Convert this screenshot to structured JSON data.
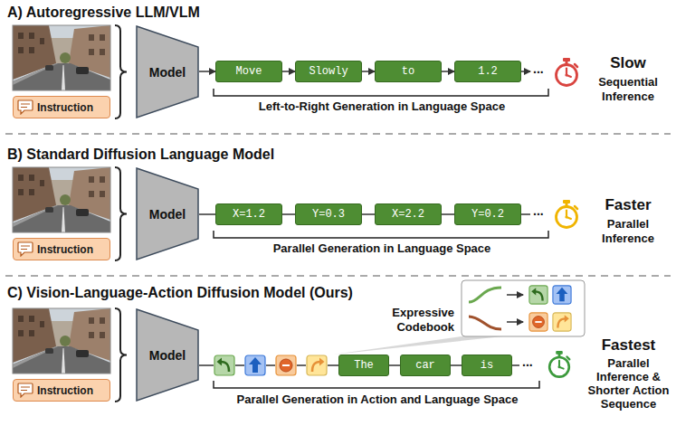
{
  "diagram": {
    "nodes": [
      {
        "text": [
          "Instruction"
        ]
      },
      {
        "text": [
          "Model"
        ]
      },
      {
        "text": [
          "Move"
        ]
      },
      {
        "text": [
          "Slowly"
        ]
      },
      {
        "text": [
          "to"
        ]
      },
      {
        "text": [
          "1.2"
        ]
      },
      {
        "text": [
          "Instruction"
        ]
      },
      {
        "text": [
          "Model"
        ]
      },
      {
        "text": [
          "X=1.2"
        ]
      },
      {
        "text": [
          "Y=0.3"
        ]
      },
      {
        "text": [
          "X=2.2"
        ]
      },
      {
        "text": [
          "Y=0.2"
        ]
      },
      {
        "text": [
          "Instruction"
        ]
      },
      {
        "text": [
          "Model"
        ]
      },
      {
        "text": [
          "The"
        ]
      },
      {
        "text": [
          "car"
        ]
      },
      {
        "text": [
          "is"
        ]
      }
    ],
    "edges": [
      {
        "from": 1,
        "to": 2,
        "arrow": "to"
      },
      {
        "from": 2,
        "to": 3,
        "arrow": "to"
      },
      {
        "from": 3,
        "to": 4,
        "arrow": "to"
      },
      {
        "from": 4,
        "to": 5,
        "arrow": "to"
      },
      {
        "from": 7,
        "to": 8,
        "arrow": "none"
      },
      {
        "from": 8,
        "to": 9,
        "arrow": "none"
      },
      {
        "from": 9,
        "to": 10,
        "arrow": "none"
      },
      {
        "from": 10,
        "to": 11,
        "arrow": "none"
      },
      {
        "from": 14,
        "to": 15,
        "arrow": "none"
      },
      {
        "from": 15,
        "to": 16,
        "arrow": "none"
      }
    ],
    "labels": [
      "A) Autoregressive LLM/VLM",
      "...",
      "Left-to-Right Generation in Language Space",
      "Slow",
      "Sequential Inference",
      "B) Standard Diffusion Language Model",
      "...",
      "Parallel Generation in Language Space",
      "Faster",
      "Parallel Inference",
      "C) Vision-Language-Action Diffusion Model (Ours)",
      "Expressive Codebook",
      "...",
      "Parallel Generation in Action and Language Space",
      "Fastest",
      "Parallel Inference & Shorter Action Sequence"
    ]
  }
}
